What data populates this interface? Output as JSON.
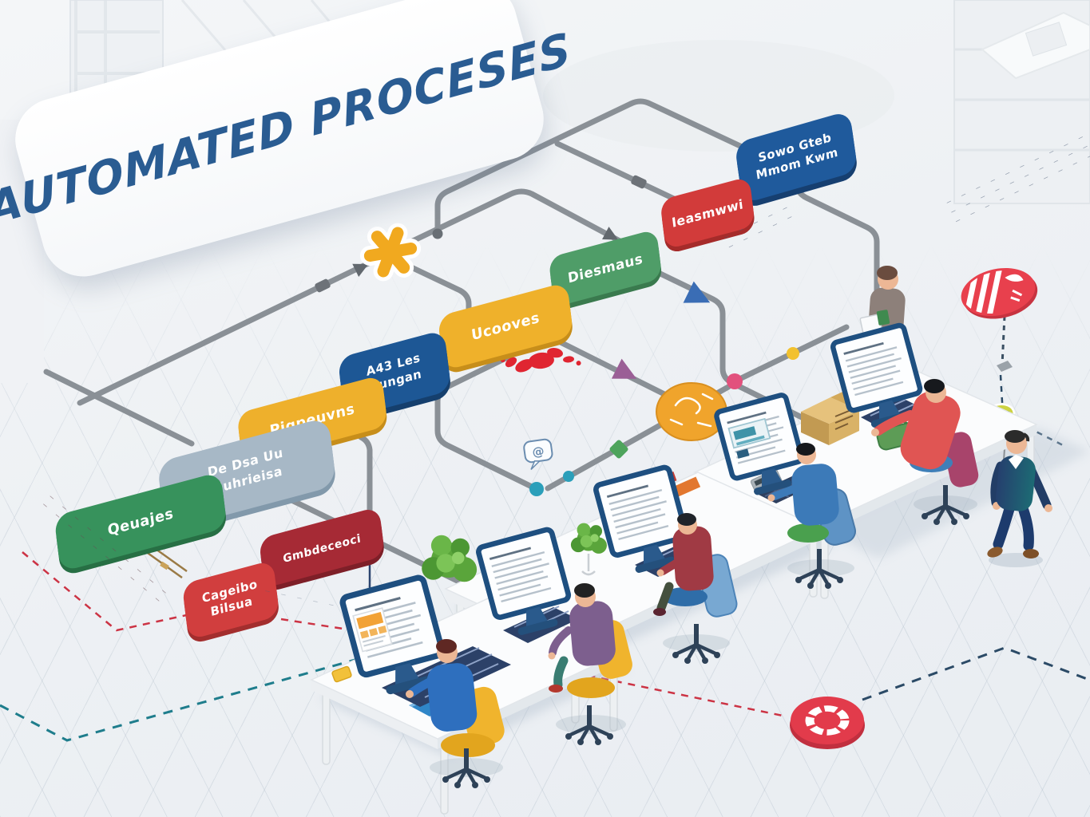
{
  "title": {
    "text": "AUTOMATED PROCESES"
  },
  "flowchart": {
    "nodes": [
      {
        "id": "start-blue",
        "line1": "Sowo Gteb",
        "line2": "Mmom Kwm",
        "color": "#1f5a9c",
        "edge": "#163f70"
      },
      {
        "id": "step-red",
        "line1": "Ieasmwwi",
        "line2": "",
        "color": "#d23b3a",
        "edge": "#a52b2a"
      },
      {
        "id": "step-green",
        "line1": "Diesmaus",
        "line2": "",
        "color": "#4f9d68",
        "edge": "#3a7a4e"
      },
      {
        "id": "step-yellow",
        "line1": "Ucooves",
        "line2": "",
        "color": "#efb12b",
        "edge": "#c78e1a"
      },
      {
        "id": "step-blue-2",
        "line1": "A43 Les",
        "line2": "Dungan",
        "color": "#1d5795",
        "edge": "#153f6d"
      },
      {
        "id": "step-yellow-2",
        "line1": "Pigpeuvns",
        "line2": "",
        "color": "#eeb02c",
        "edge": "#c78e1a"
      },
      {
        "id": "step-gray",
        "line1": "De Dsa Uu",
        "line2": "Guhrieisa",
        "color": "#a7b8c6",
        "edge": "#8299ab"
      },
      {
        "id": "step-green-2",
        "line1": "Qeuajes",
        "line2": "",
        "color": "#37925c",
        "edge": "#276f44"
      },
      {
        "id": "step-darkred",
        "line1": "Gmbdeceoci",
        "line2": "",
        "color": "#a62a35",
        "edge": "#7e1f28"
      },
      {
        "id": "end-red",
        "line1": "Cageibo",
        "line2": "Bilsua",
        "color": "#d13e3e",
        "edge": "#a32e2e"
      }
    ]
  },
  "icons": {
    "mention_glyph": "@"
  },
  "decor": {
    "dash_row": "− − − − − − − − − −",
    "dash_row_short": "− − − − −"
  },
  "colors": {
    "pipe": "#8a9096",
    "dashed_red": "#cc3344",
    "dashed_teal": "#1e7d8c",
    "dashed_navy": "#2b4a66",
    "sign_red": "#e8404d",
    "disc_red": "#e23b4b",
    "asterisk_yellow": "#f1a91f",
    "title_blue": "#2a5c92"
  }
}
